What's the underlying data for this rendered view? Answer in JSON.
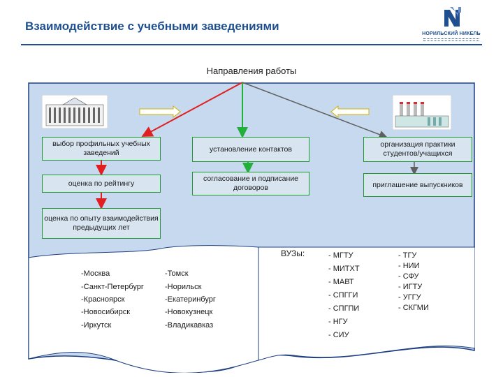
{
  "title": "Взаимодействие с учебными заведениями",
  "logo": {
    "name": "НОРИЛЬСКИЙ НИКЕЛЬ"
  },
  "heading": "Направления работы",
  "left_boxes": [
    "выбор профильных учебных заведений",
    "оценка по рейтингу",
    "оценка по опыту взаимодействия предыдущих лет"
  ],
  "center_boxes": [
    "установление контактов",
    "согласование и подписание договоров"
  ],
  "right_boxes": [
    "организация практики студентов/учащихся",
    "приглашение выпускников"
  ],
  "vuz_label": "ВУЗы:",
  "cities_col1": [
    "-Москва",
    "-Санкт-Петербург",
    "-Красноярск",
    "-Новосибирск",
    "-Иркутск"
  ],
  "cities_col2": [
    "-Томск",
    "-Норильск",
    "-Екатеринбург",
    "-Новокузнецк",
    "-Владикавказ"
  ],
  "unis_col1": [
    "- МГТУ",
    "- МИТХТ",
    "- МАВТ",
    "- СПГГИ",
    "- СПГПИ",
    "- НГУ",
    "- СИУ"
  ],
  "unis_col2": [
    "- ТГУ",
    "- НИИ",
    "- СФУ",
    "- ИГТУ",
    "- УГГУ",
    "- СКГМИ"
  ],
  "colors": {
    "title": "#1f4f8f",
    "panel": "#c6d9ee",
    "panel_border": "#1f3f80",
    "box_border": "#1e9a2e",
    "red_arrow": "#e02020",
    "green_arrow": "#22b03a",
    "gray_arrow": "#606060"
  }
}
